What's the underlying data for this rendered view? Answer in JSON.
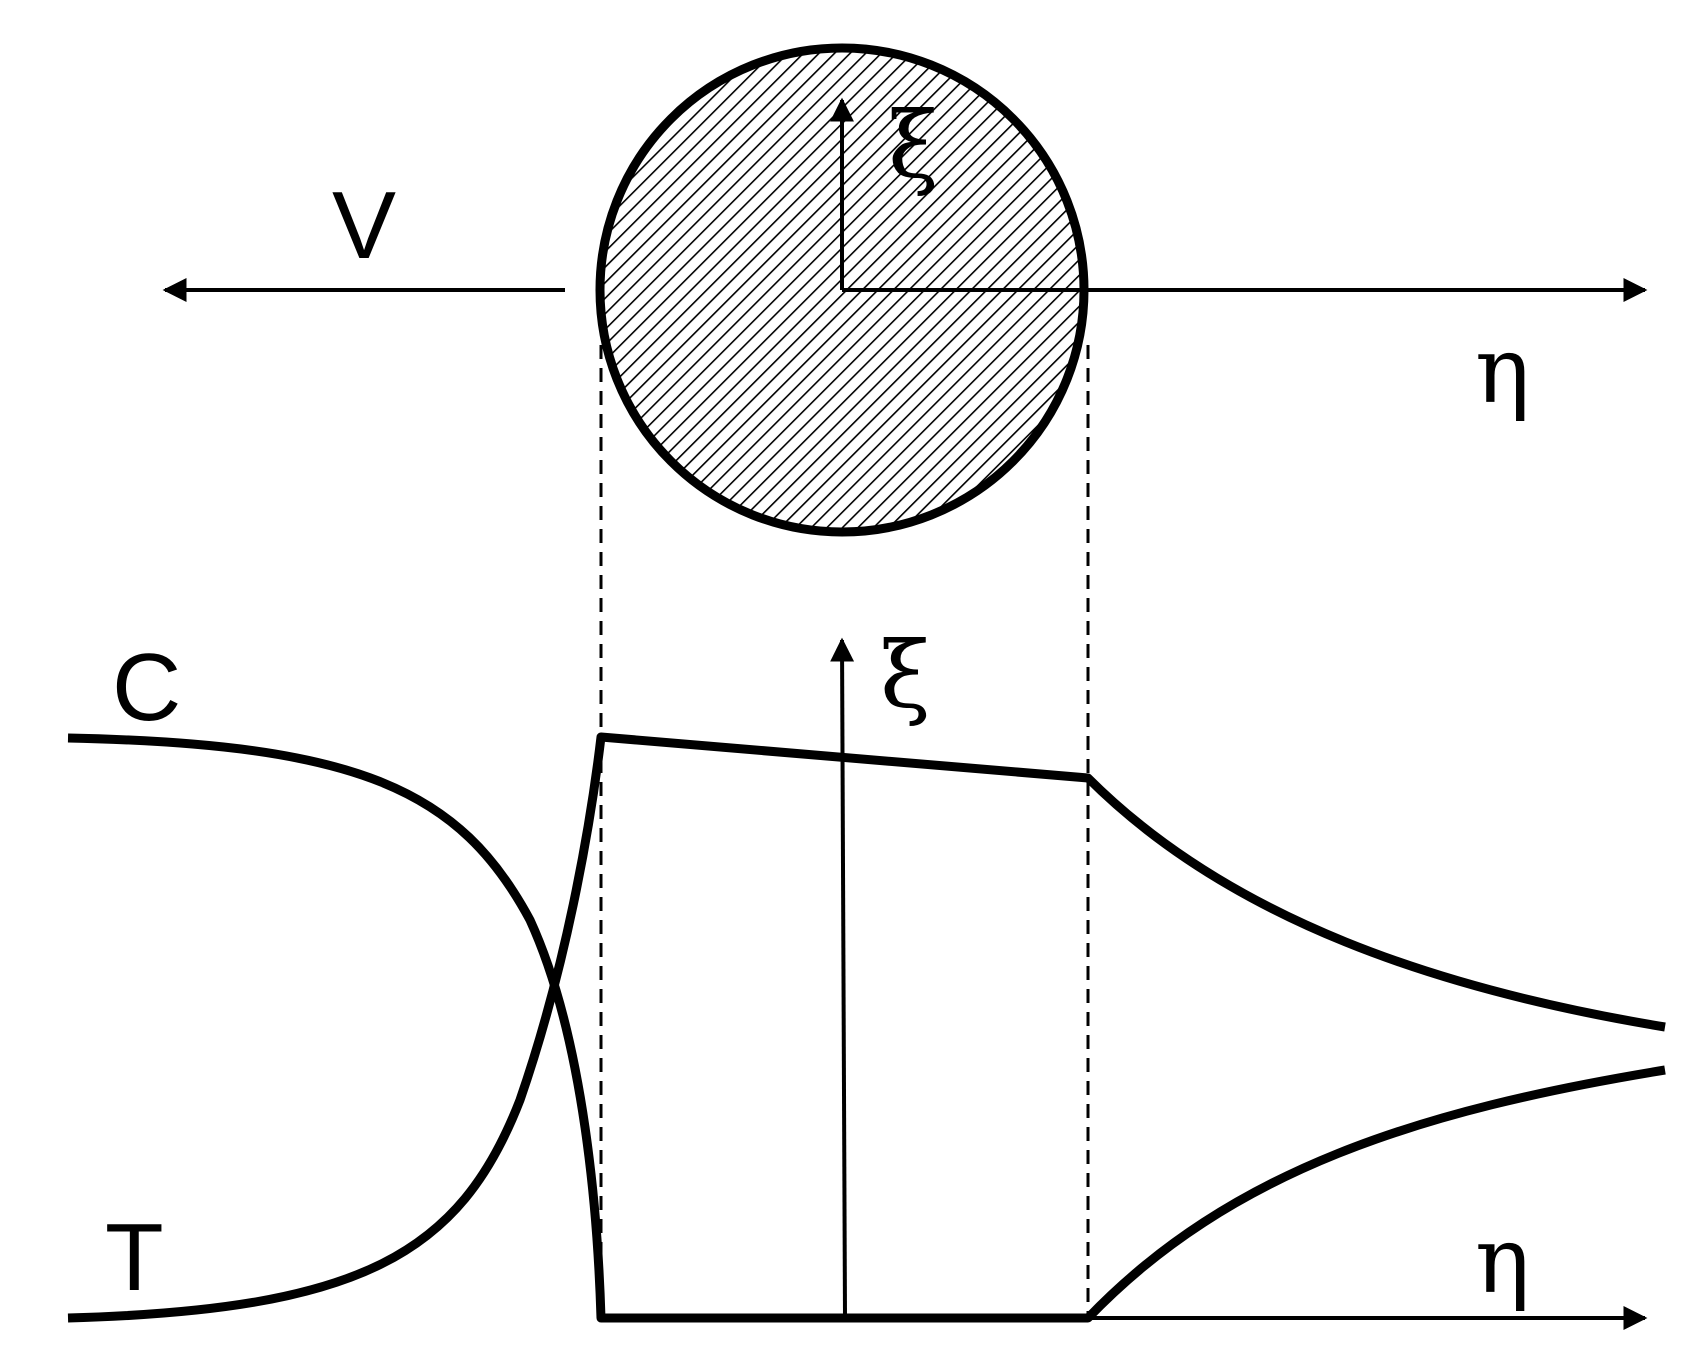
{
  "labels": {
    "velocity": "V",
    "top_xi": "ξ",
    "top_eta": "η",
    "curve_c": "C",
    "curve_t": "T",
    "bottom_xi": "ξ",
    "bottom_eta": "η"
  },
  "colors": {
    "stroke": "#000000",
    "hatch": "#000000",
    "background": "#ffffff"
  }
}
